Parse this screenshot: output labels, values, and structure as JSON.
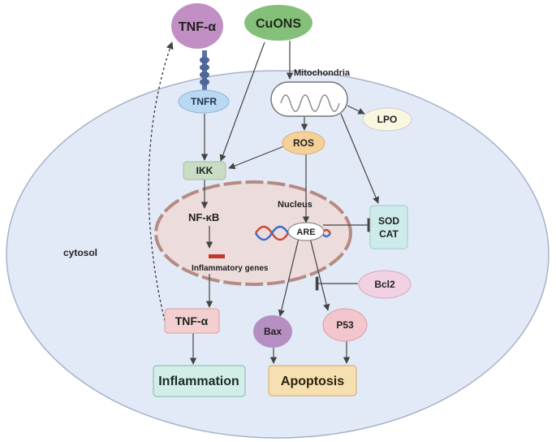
{
  "nodes": {
    "tnf_alpha_top": "TNF-α",
    "cuons": "CuONS",
    "mitochondria": "Mitochondria",
    "tnfr": "TNFR",
    "lpo": "LPO",
    "ros": "ROS",
    "ikk": "IKK",
    "nucleus": "Nucleus",
    "nf_kb": "NF-κB",
    "are": "ARE",
    "sod": "SOD",
    "cat": "CAT",
    "inflammatory_genes": "Inflammatory genes",
    "bcl2": "Bcl2",
    "cytosol": "cytosol",
    "tnf_alpha_bottom": "TNF-α",
    "bax": "Bax",
    "p53": "P53",
    "inflammation": "Inflammation",
    "apoptosis": "Apoptosis"
  },
  "colors": {
    "cell_fill": "#e3eaf7",
    "cell_stroke": "#a8b3c7",
    "nucleus_fill": "#ecdcdc",
    "nucleus_stroke": "#b58a84",
    "tnf_top": "#c28fc4",
    "cuons": "#84c07a",
    "tnfr": "#b9d8f1",
    "ros": "#f5d19a",
    "ikk": "#c9dcc4",
    "sod_cat": "#cdebea",
    "bcl2": "#f0d2e2",
    "tnf_bottom": "#f4cfcf",
    "bax": "#b58fc2",
    "p53": "#f2c6cc",
    "inflammation": "#d3eee8",
    "apoptosis": "#f6dfb0",
    "gene_bar": "#c0392b"
  }
}
